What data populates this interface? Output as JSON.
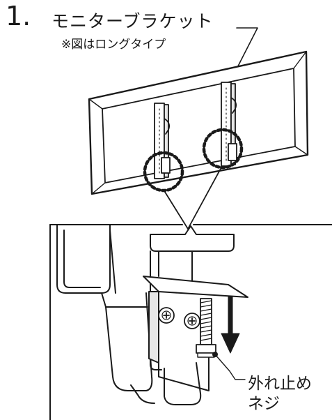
{
  "step": {
    "number": "1."
  },
  "callouts": {
    "bracket_title": "モニターブラケット",
    "bracket_note": "※図はロングタイプ",
    "screw_label_line1": "外れ止め",
    "screw_label_line2": "ネジ"
  },
  "colors": {
    "line": "#1a1a1a",
    "fill_light": "#ffffff",
    "fill_gray": "#e6e6e6"
  },
  "icons": {
    "direction_arrow": "arrow-down-icon",
    "zoom_marker": "dashed-circle-icon"
  }
}
